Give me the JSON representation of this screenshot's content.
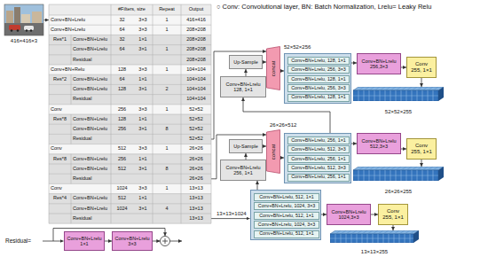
{
  "diagram": {
    "nodes": [
      {
        "text": [
          "Up-Sample"
        ]
      },
      {
        "text": [
          "concat"
        ]
      },
      {
        "text": []
      },
      {
        "text": [
          "Conv+BN+Lrelu, 128, 1×1"
        ],
        "in": 2
      },
      {
        "text": [
          "Conv+BN+Lrelu, 256, 3×3"
        ],
        "in": 2
      },
      {
        "text": [
          "Conv+BN+Lrelu, 128, 1×1"
        ],
        "in": 2
      },
      {
        "text": [
          "Conv+BN+Lrelu, 256, 3×3"
        ],
        "in": 2
      },
      {
        "text": [
          "Conv+BN+Lrelu, 128, 1×1"
        ],
        "in": 2
      },
      {
        "text": [
          "Conv+BN+Lrelu 256,3×3"
        ]
      },
      {
        "text": [
          "Conv 255, 1×1"
        ]
      },
      {
        "text": [
          "Conv+BN+Lrelu 128, 1×1"
        ]
      },
      {
        "text": [
          "52×52×255"
        ]
      },
      {
        "text": [
          "Up-Sample"
        ]
      },
      {
        "text": [
          "concat"
        ]
      },
      {
        "text": []
      },
      {
        "text": [
          "Conv+BN+Lrelu, 256, 1×1"
        ],
        "in": 14
      },
      {
        "text": [
          "Conv+BN+Lrelu, 512, 3×3"
        ],
        "in": 14
      },
      {
        "text": [
          "Conv+BN+Lrelu, 256, 1×1"
        ],
        "in": 14
      },
      {
        "text": [
          "Conv+BN+Lrelu, 512, 3×3"
        ],
        "in": 14
      },
      {
        "text": [
          "Conv+BN+Lrelu, 256, 1×1"
        ],
        "in": 14
      },
      {
        "text": [
          "Conv+BN+Lrelu 512,3×3"
        ]
      },
      {
        "text": [
          "Conv 255, 1×1"
        ]
      },
      {
        "text": [
          "Conv+BN+Lrelu 256, 1×1"
        ]
      },
      {
        "text": [
          "26×26×255"
        ]
      },
      {
        "text": []
      },
      {
        "text": [
          "Conv+BN+Lrelu, 512, 1×1"
        ],
        "in": 24
      },
      {
        "text": [
          "Conv+BN+Lrelu, 1024, 3×3"
        ],
        "in": 24
      },
      {
        "text": [
          "Conv+BN+Lrelu, 512, 1×1"
        ],
        "in": 24
      },
      {
        "text": [
          "Conv+BN+Lrelu, 1024, 3×3"
        ],
        "in": 24
      },
      {
        "text": [
          "Conv+BN+Lrelu, 512, 1×1"
        ],
        "in": 24
      },
      {
        "text": [
          "Conv+BN+Lrelu 1024,3×3"
        ]
      },
      {
        "text": [
          "Conv 255, 1×1"
        ]
      },
      {
        "text": [
          "13×13×255"
        ]
      },
      {
        "text": [
          "Conv+BN+Lrelu 1×1"
        ]
      },
      {
        "text": [
          "Conv+BN+Lrelu 3×3"
        ]
      }
    ],
    "edges": [
      {
        "from": 0,
        "to": 1,
        "arrow": "to"
      },
      {
        "from": 1,
        "to": 2,
        "arrow": "to"
      },
      {
        "from": 2,
        "to": 8,
        "arrow": "to"
      },
      {
        "from": 8,
        "to": 9,
        "arrow": "to"
      },
      {
        "from": 9,
        "to": 11,
        "arrow": "to"
      },
      {
        "from": 10,
        "to": 0,
        "arrow": "to"
      },
      {
        "from": 14,
        "to": 10,
        "arrow": "to"
      },
      {
        "from": 12,
        "to": 13,
        "arrow": "to"
      },
      {
        "from": 13,
        "to": 14,
        "arrow": "to"
      },
      {
        "from": 14,
        "to": 20,
        "arrow": "to"
      },
      {
        "from": 20,
        "to": 21,
        "arrow": "to"
      },
      {
        "from": 21,
        "to": 23,
        "arrow": "to"
      },
      {
        "from": 22,
        "to": 12,
        "arrow": "to"
      },
      {
        "from": 24,
        "to": 22,
        "arrow": "to"
      },
      {
        "from": 24,
        "to": 30,
        "arrow": "to"
      },
      {
        "from": 30,
        "to": 31,
        "arrow": "to"
      },
      {
        "from": 31,
        "to": 32,
        "arrow": "to"
      },
      {
        "from": 33,
        "to": 34,
        "arrow": "to"
      }
    ],
    "labels": [
      "○ Conv: Convolutional layer, BN: Batch Normalization, Lrelu= Leaky Relu",
      "416×416×3",
      "#Filters, size",
      "Repeat",
      "Output",
      "Conv+BN+Lrelu",
      "32",
      "3×3",
      "1",
      "416×416",
      "Conv+BN+Lrelu",
      "64",
      "3×3",
      "1",
      "208×208",
      "Res*1",
      "Conv+BN+Lrelu",
      "32",
      "1×1",
      "208×208",
      "Conv+BN+Lrelu",
      "64",
      "3×1",
      "1",
      "208×208",
      "Residual",
      "208×208",
      "Conv+BN+Relu",
      "128",
      "3×3",
      "1",
      "104×104",
      "Res*2",
      "Conv+BN+Lrelu",
      "64",
      "1×1",
      "104×104",
      "Conv+BN+Lrelu",
      "128",
      "3×1",
      "2",
      "104×104",
      "Residual",
      "104×104",
      "Conv",
      "256",
      "3×3",
      "1",
      "52×52",
      "Res*8",
      "Conv+BN+Lrelu",
      "128",
      "1×1",
      "52×52",
      "Conv+BN+Lrelu",
      "256",
      "3×1",
      "8",
      "52×52",
      "Residual",
      "52×52",
      "Conv",
      "512",
      "3×3",
      "1",
      "26×26",
      "Res*8",
      "Conv+BN+Lrelu",
      "256",
      "1×1",
      "26×26",
      "Conv+BN+Lrelu",
      "512",
      "3×1",
      "8",
      "26×26",
      "Residual",
      "26×26",
      "Conv",
      "1024",
      "3×3",
      "1",
      "13×13",
      "Res*4",
      "Conv+BN+Lrelu",
      "512",
      "1×1",
      "13×13",
      "Conv+BN+Lrelu",
      "1024",
      "3×1",
      "4",
      "13×13",
      "Residual",
      "13×13",
      "52×52×256",
      "26×26×512",
      "13×13×1024",
      "Residual="
    ]
  }
}
